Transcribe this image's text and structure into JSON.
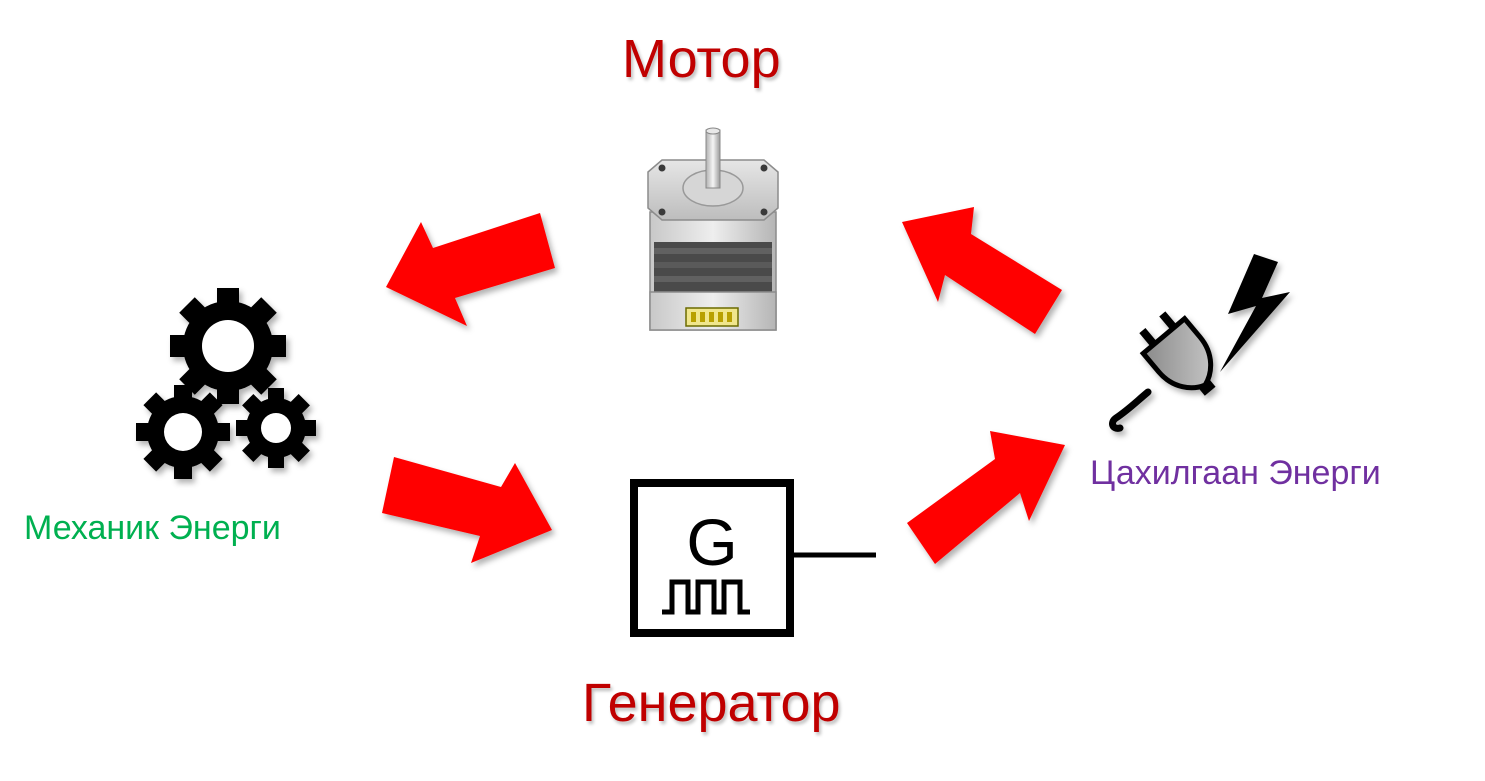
{
  "labels": {
    "motor": "Мотор",
    "generator": "Генератор",
    "mechanical_energy": "Механик Энерги",
    "electrical_energy": "Цахилгаан Энерги",
    "generator_symbol": "G"
  },
  "colors": {
    "arrow": "#ff0000",
    "title": "#c00000",
    "mechanical": "#00b050",
    "electrical": "#7030a0"
  }
}
